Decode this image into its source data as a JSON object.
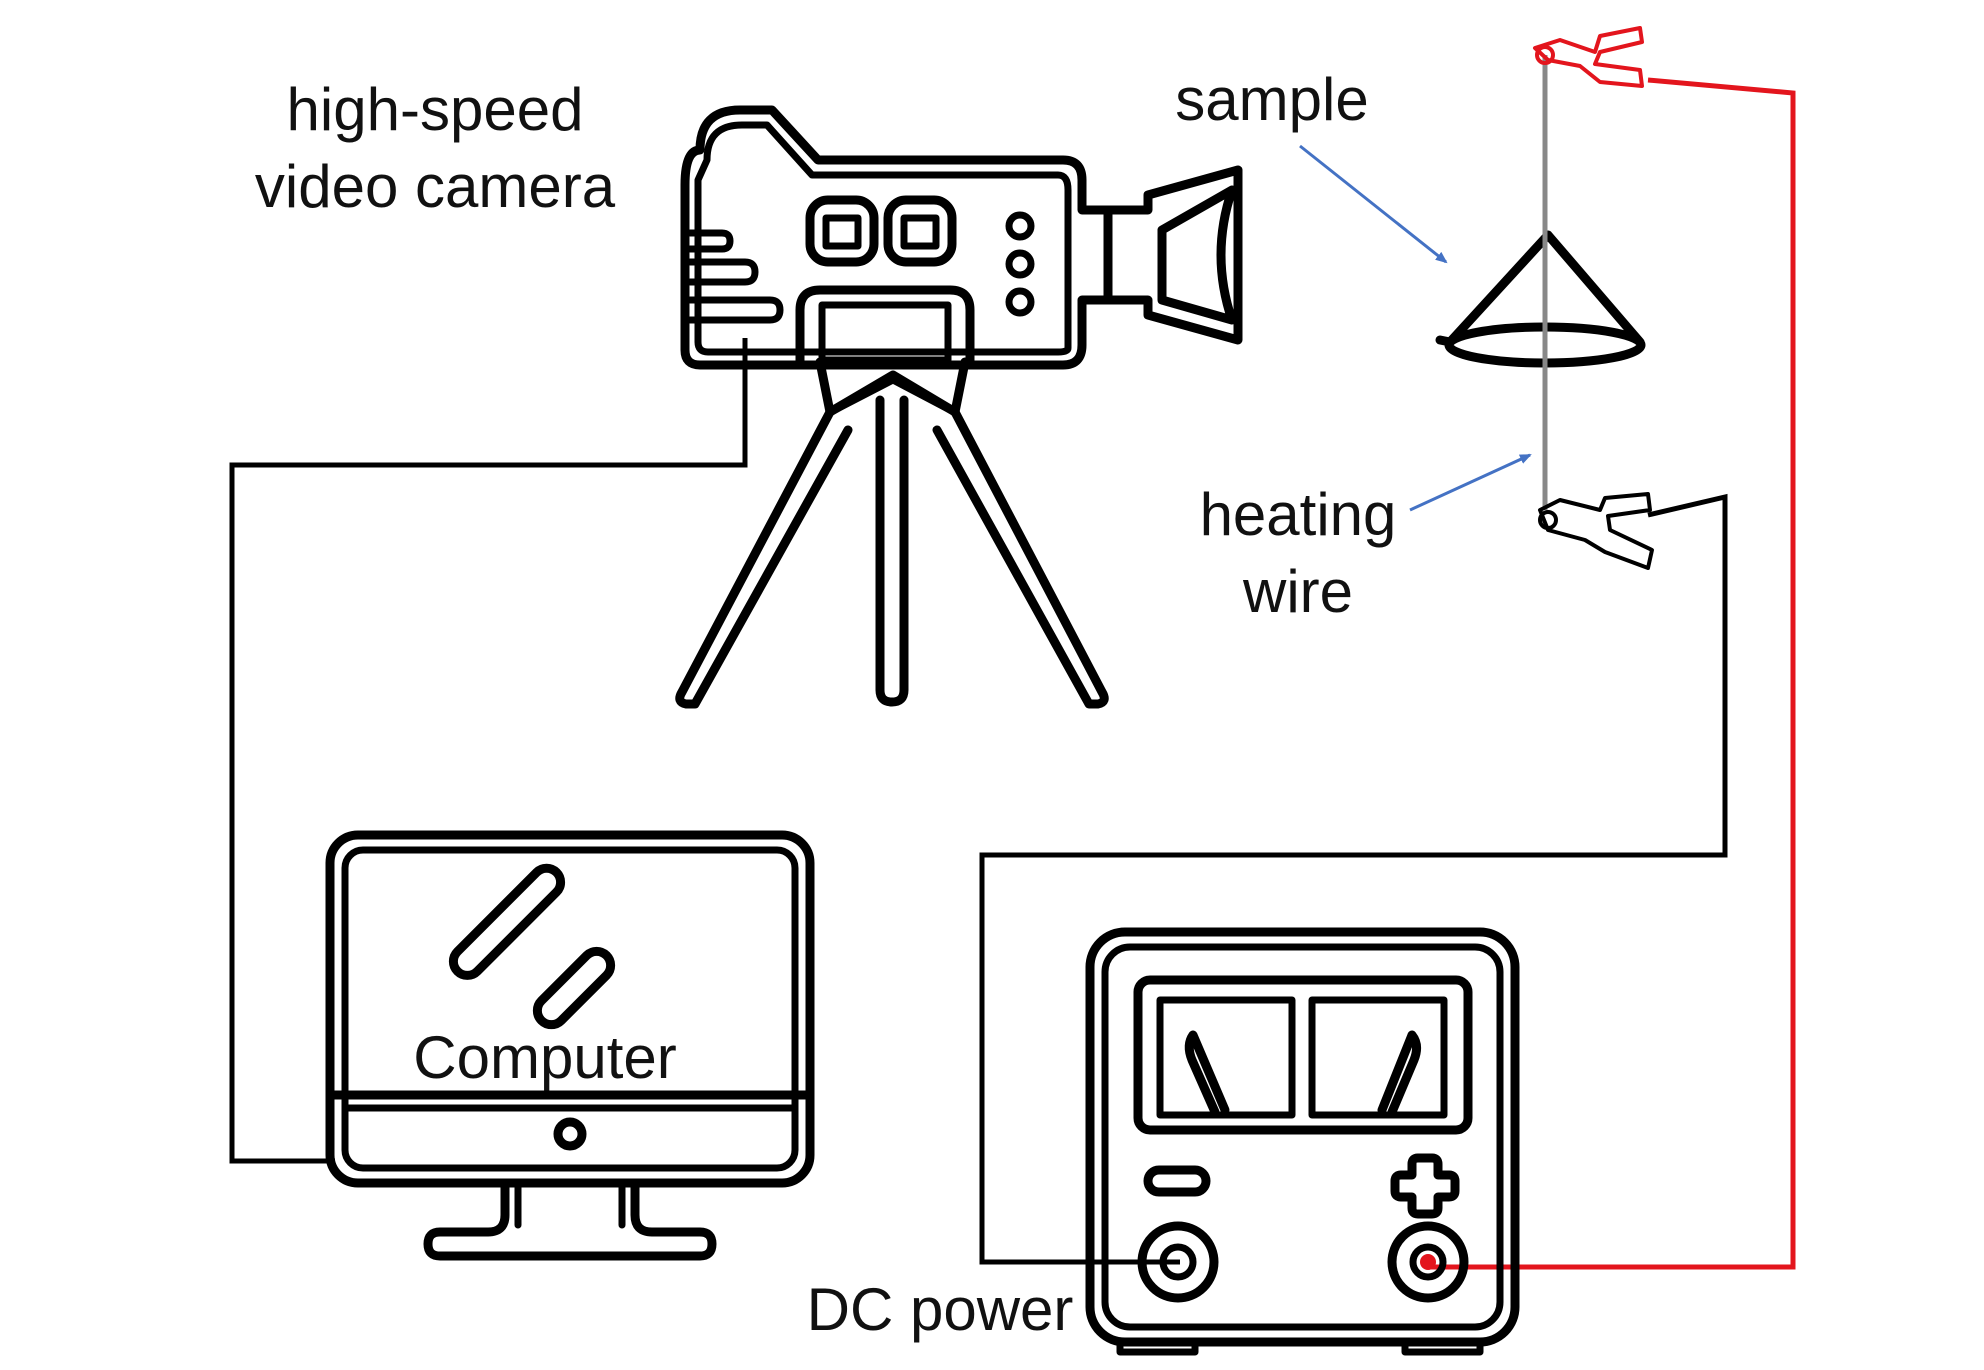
{
  "labels": {
    "camera_line1": "high-speed",
    "camera_line2": "video camera",
    "sample": "sample",
    "heating_line1": "heating",
    "heating_line2": "wire",
    "computer": "Computer",
    "dc_power": "DC power"
  },
  "colors": {
    "outline": "#000000",
    "positive_wire": "#e3151d",
    "heating_wire": "#888888",
    "pointer_arrow": "#4472c4"
  },
  "icons": {
    "camera": "video-camera-icon",
    "tripod": "tripod-icon",
    "computer": "monitor-icon",
    "power_supply": "dc-power-supply-icon",
    "sample": "cone-sample-icon",
    "clips": "alligator-clip-icon"
  }
}
